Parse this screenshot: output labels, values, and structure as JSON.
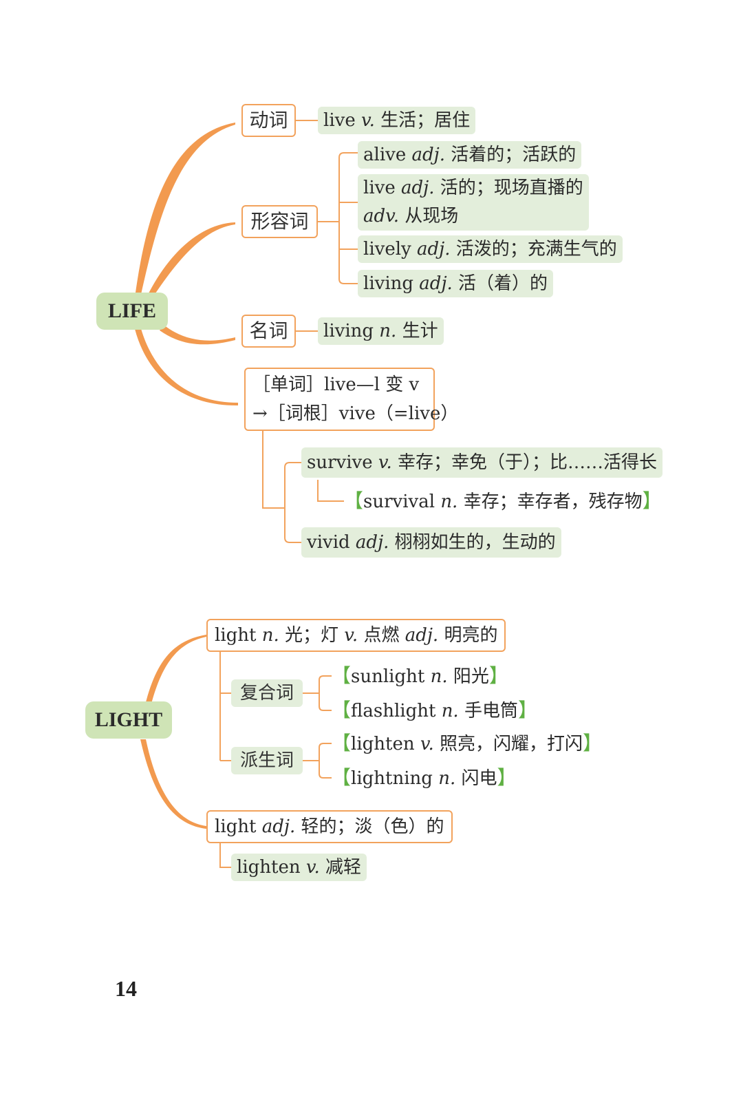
{
  "life": {
    "root": "LIFE",
    "verb": {
      "category": "动词",
      "items": [
        {
          "word": "live",
          "pos": "v.",
          "meaning": "生活；居住"
        }
      ]
    },
    "adj": {
      "category": "形容词",
      "items": [
        {
          "word": "alive",
          "pos": "adj.",
          "meaning": "活着的；活跃的"
        },
        {
          "word": "live",
          "pos": "adj.",
          "meaning": "活的；现场直播的",
          "pos2": "adv.",
          "meaning2": "从现场"
        },
        {
          "word": "lively",
          "pos": "adj.",
          "meaning": "活泼的；充满生气的"
        },
        {
          "word": "living",
          "pos": "adj.",
          "meaning": "活（着）的"
        }
      ]
    },
    "noun": {
      "category": "名词",
      "items": [
        {
          "word": "living",
          "pos": "n.",
          "meaning": "生计"
        }
      ]
    },
    "root_note": {
      "line1": "［单词］live—l 变 v",
      "line2": "→［词根］vive（=live）"
    },
    "vive_words": [
      {
        "word": "survive",
        "pos": "v.",
        "meaning": "幸存；幸免（于）；比……活得长"
      },
      {
        "word": "survival",
        "pos": "n.",
        "meaning": "幸存；幸存者，残存物"
      },
      {
        "word": "vivid",
        "pos": "adj.",
        "meaning": "栩栩如生的，生动的"
      }
    ]
  },
  "light": {
    "root": "LIGHT",
    "sense1": {
      "word": "light",
      "pos": "n.",
      "meaning": "光；灯",
      "pos2": "v.",
      "meaning2": "点燃",
      "pos3": "adj.",
      "meaning3": "明亮的"
    },
    "compound": {
      "category": "复合词",
      "items": [
        {
          "word": "sunlight",
          "pos": "n.",
          "meaning": "阳光"
        },
        {
          "word": "flashlight",
          "pos": "n.",
          "meaning": "手电筒"
        }
      ]
    },
    "derived": {
      "category": "派生词",
      "items": [
        {
          "word": "lighten",
          "pos": "v.",
          "meaning": "照亮，闪耀，打闪"
        },
        {
          "word": "lightning",
          "pos": "n.",
          "meaning": "闪电"
        }
      ]
    },
    "sense2": {
      "word": "light",
      "pos": "adj.",
      "meaning": "轻的；淡（色）的"
    },
    "sense2_derived": {
      "word": "lighten",
      "pos": "v.",
      "meaning": "减轻"
    }
  },
  "page_number": "14",
  "brackets": {
    "open": "【",
    "close": "】"
  },
  "colors": {
    "orange": "#f2a25c",
    "green_fill": "#e3eedb",
    "root_fill": "#cfe4b6",
    "bracket_green": "#5fb043"
  }
}
